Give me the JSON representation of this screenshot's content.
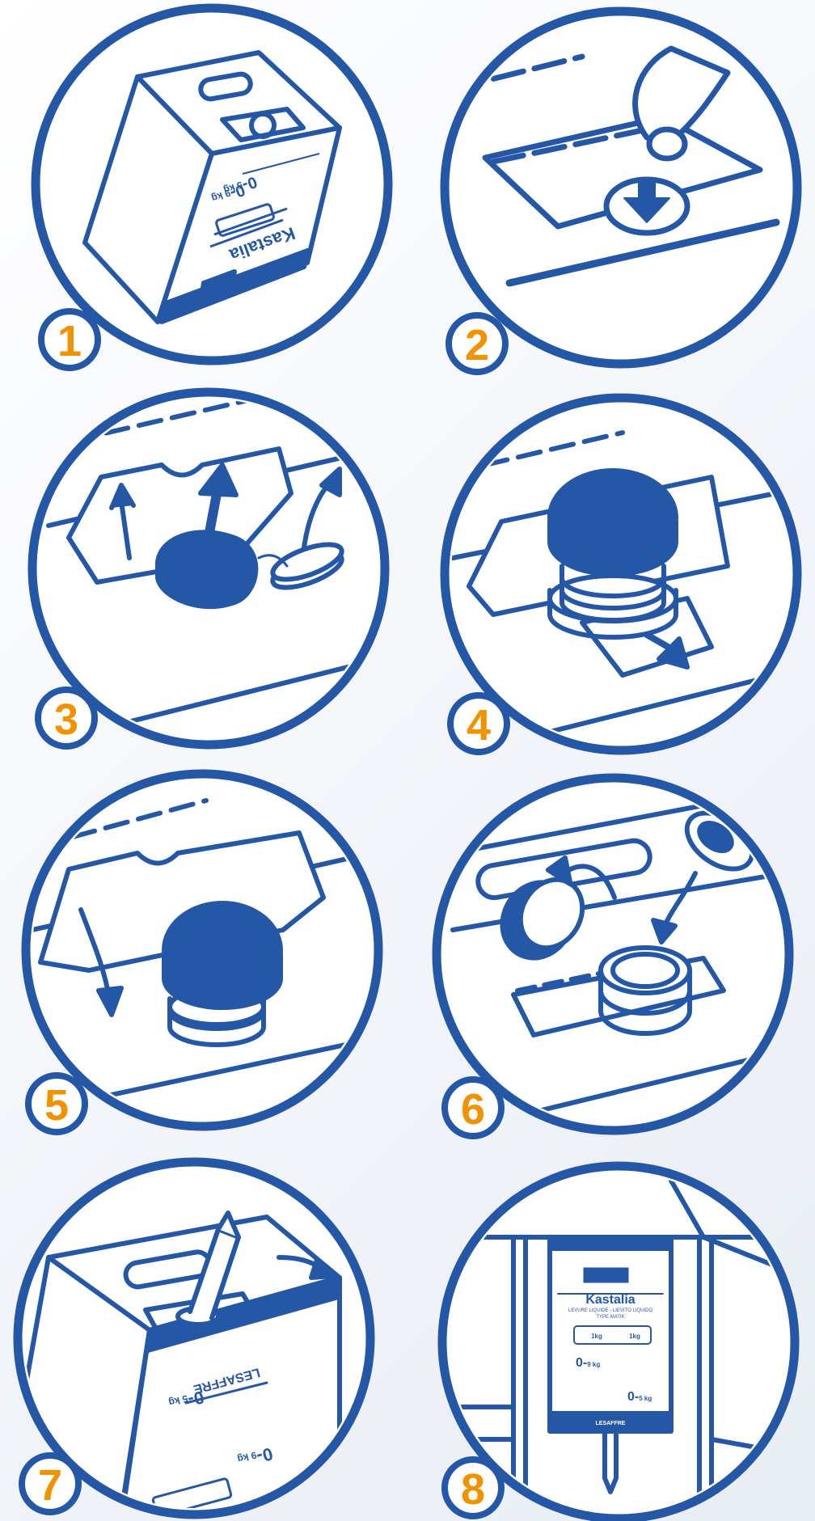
{
  "steps": [
    {
      "number": "1"
    },
    {
      "number": "2"
    },
    {
      "number": "3"
    },
    {
      "number": "4"
    },
    {
      "number": "5"
    },
    {
      "number": "6"
    },
    {
      "number": "7"
    },
    {
      "number": "8"
    }
  ],
  "package": {
    "brand": "Kastalia",
    "product_line": "LEVURE LIQUIDE - LIEVITO LIQUIDO",
    "product_subline": "TYPE MATIK",
    "manufacturer": "LESAFFRE",
    "level_9kg": "9 kg",
    "level_5kg": "5 kg",
    "level_0": "0",
    "equivalence_left": "1kg",
    "equivalence_right": "1kg"
  },
  "colors": {
    "line": "#2557A7",
    "badge": "#F39200",
    "background": "#F4F6FA"
  }
}
